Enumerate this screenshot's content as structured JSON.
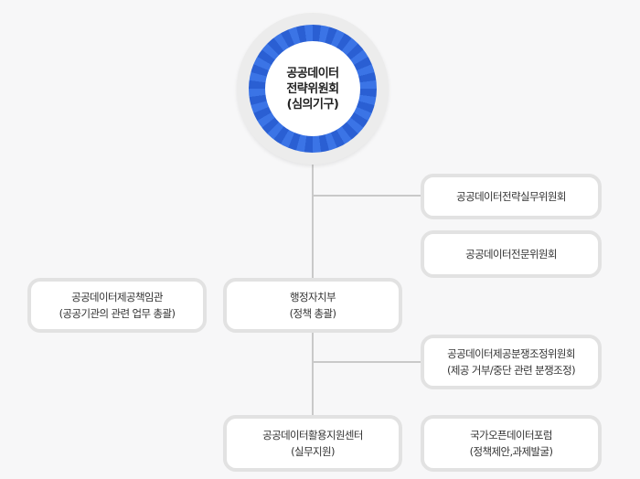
{
  "center": {
    "lines": [
      "공공데이터",
      "전략위원회",
      "(심의기구)"
    ]
  },
  "committees": {
    "strategy_practical": "공공데이터전략실무위원회",
    "expert": "공공데이터전문위원회"
  },
  "officer": {
    "line1": "공공데이터제공책임관",
    "line2": "(공공기관의 관련 업무 총괄)"
  },
  "ministry": {
    "line1": "행정자치부",
    "line2": "(정책 총괄)"
  },
  "dispute": {
    "line1": "공공데이터제공분쟁조정위원회",
    "line2": "(제공 거부/중단 관련 분쟁조정)"
  },
  "support_center": {
    "line1": "공공데이터활용지원센터",
    "line2": "(실무지원)"
  },
  "forum": {
    "line1": "국가오픈데이터포럼",
    "line2": "(정책제안,과제발굴)"
  },
  "colors": {
    "ring_primary": "#2a5fd3",
    "ring_secondary": "#3b74e6",
    "connector": "#c9c9c9",
    "box_border": "#e2e2e2"
  }
}
